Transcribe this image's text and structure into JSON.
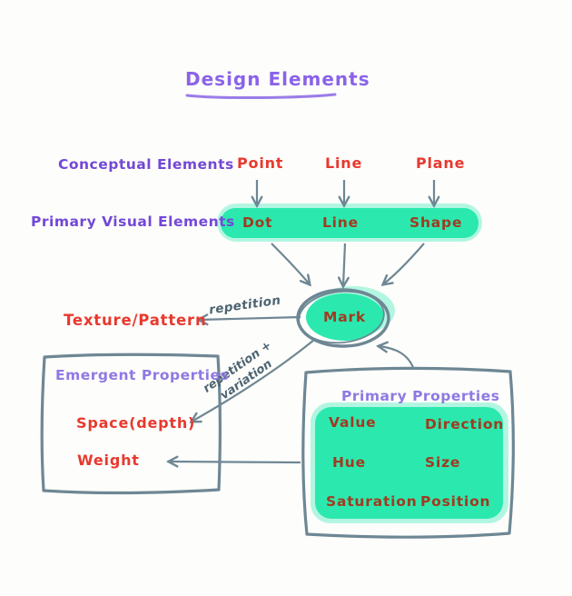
{
  "title": "Design Elements",
  "rows": {
    "conceptual": {
      "label": "Conceptual Elements",
      "items": [
        "Point",
        "Line",
        "Plane"
      ]
    },
    "primary_visual": {
      "label": "Primary Visual Elements",
      "items": [
        "Dot",
        "Line",
        "Shape"
      ]
    }
  },
  "mark": "Mark",
  "texture_pattern": "Texture/Pattern",
  "arrow_labels": {
    "repetition": "repetition",
    "repetition_variation_line1": "repetition +",
    "repetition_variation_line2": "variation"
  },
  "emergent_properties": {
    "title": "Emergent Properties",
    "items": [
      "Space(depth)",
      "Weight"
    ]
  },
  "primary_properties": {
    "title": "Primary Properties",
    "left_column": [
      "Value",
      "Hue",
      "Saturation"
    ],
    "right_column": [
      "Direction",
      "Size",
      "Position"
    ]
  },
  "colors": {
    "highlight_green": "#2be9ae",
    "highlight_green_halo": "#a5f4dc",
    "purple_heading": "#8a63e8",
    "purple_label": "#7348d6",
    "lavender_label": "#8f79e2",
    "red_label": "#e8392e",
    "dark_red_on_green": "#a13a22",
    "sketch_gray": "#6e8794",
    "annotation_gray": "#4d6471"
  }
}
